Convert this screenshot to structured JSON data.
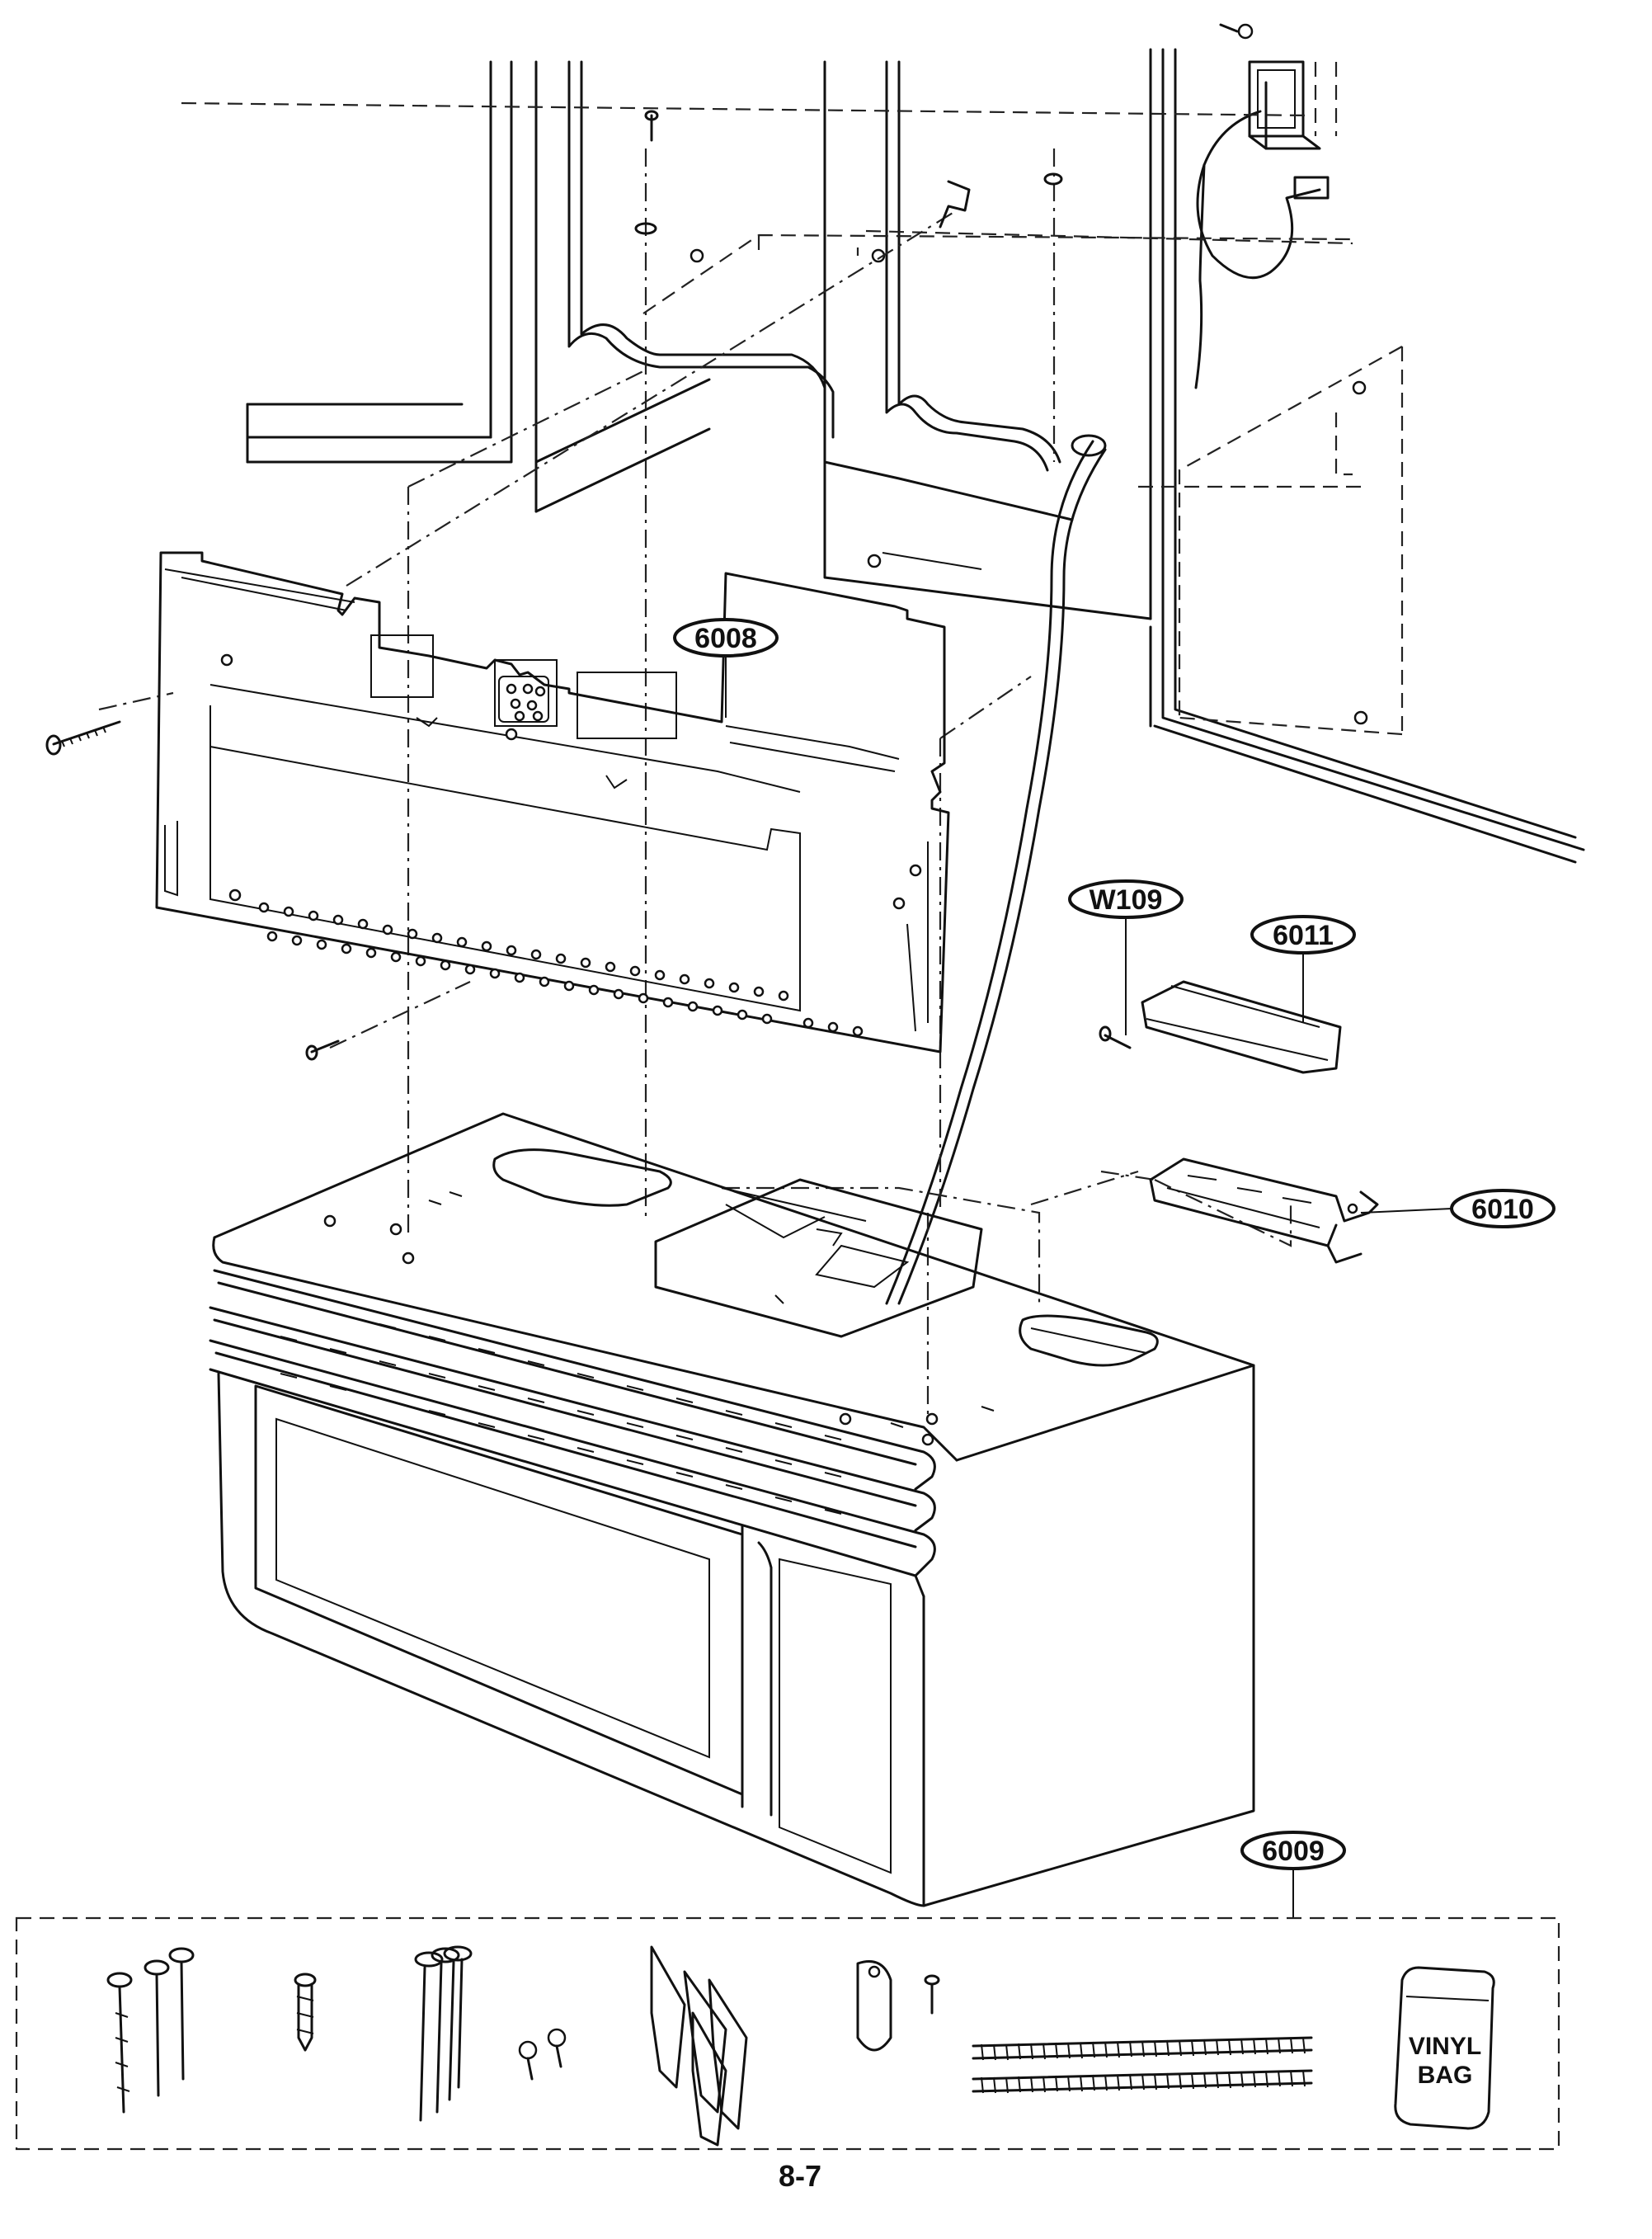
{
  "callouts": {
    "bracket": "6008",
    "hardware_kit": "6009",
    "cover_box": "6010",
    "cover_lid": "6011",
    "screw": "W109"
  },
  "hardware_kit": {
    "bag_label_line1": "VINYL",
    "bag_label_line2": "BAG"
  },
  "page_number": "8-7"
}
